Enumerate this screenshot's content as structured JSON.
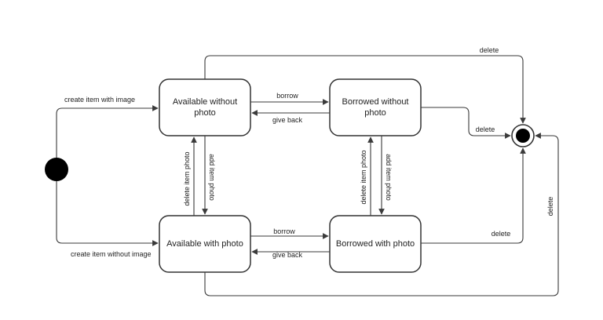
{
  "states": {
    "available_without_photo": {
      "line1": "Available without",
      "line2": "photo"
    },
    "borrowed_without_photo": {
      "line1": "Borrowed without",
      "line2": "photo"
    },
    "available_with_photo": {
      "label": "Available with photo"
    },
    "borrowed_with_photo": {
      "label": "Borrowed with photo"
    }
  },
  "transitions": {
    "create_item_with_image": "create item with image",
    "create_item_without_image": "create item without image",
    "borrow_top": "borrow",
    "give_back_top": "give back",
    "borrow_bottom": "borrow",
    "give_back_bottom": "give back",
    "delete_item_photo_left": "delete item photo",
    "add_item_photo_left": "add item photo",
    "delete_item_photo_right": "delete item photo",
    "add_item_photo_right": "add item photo",
    "delete_top": "delete",
    "delete_borrowed_without": "delete",
    "delete_borrowed_with": "delete",
    "delete_available_with": "delete"
  }
}
